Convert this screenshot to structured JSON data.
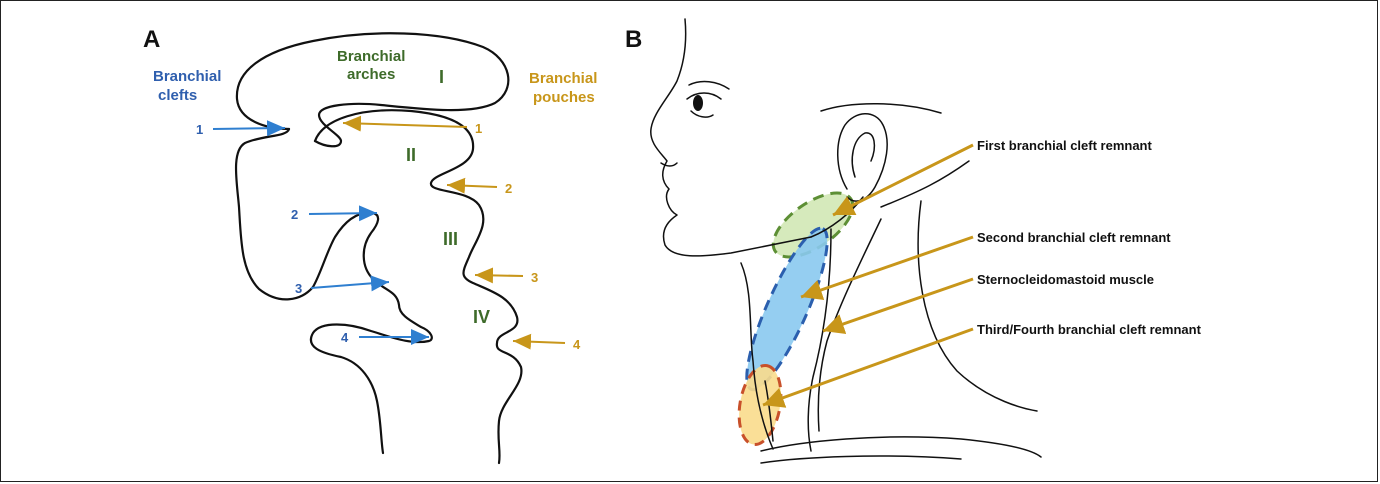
{
  "panel_a": {
    "letter": "A",
    "clefts_line1": "Branchial",
    "clefts_line2": "clefts",
    "arches_line1": "Branchial",
    "arches_line2": "arches",
    "pouches_line1": "Branchial",
    "pouches_line2": "pouches",
    "arch_numerals": [
      "I",
      "II",
      "III",
      "IV"
    ],
    "cleft_numbers": [
      "1",
      "2",
      "3",
      "4"
    ],
    "pouch_numbers": [
      "1",
      "2",
      "3",
      "4"
    ],
    "colors": {
      "clefts": "#2f5fae",
      "arches": "#3e6b2a",
      "pouches": "#c8961a"
    }
  },
  "panel_b": {
    "letter": "B",
    "labels": [
      "First branchial cleft remnant",
      "Second branchial cleft remnant",
      "Sternocleidomastoid muscle",
      "Third/Fourth branchial cleft remnant"
    ],
    "colors": {
      "first": "#7fb34a",
      "second": "#2b5fae",
      "third_fourth": "#c8502a",
      "leader": "#c8961a"
    }
  }
}
